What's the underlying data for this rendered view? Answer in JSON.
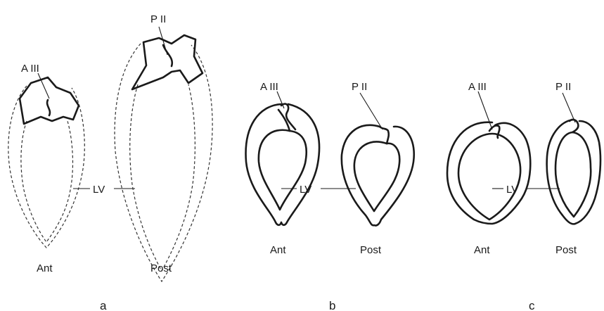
{
  "labels": {
    "a_iii": "A III",
    "p_ii": "P II",
    "lv": "LV",
    "ant": "Ant",
    "post": "Post"
  },
  "panels": [
    "a",
    "b",
    "c"
  ]
}
